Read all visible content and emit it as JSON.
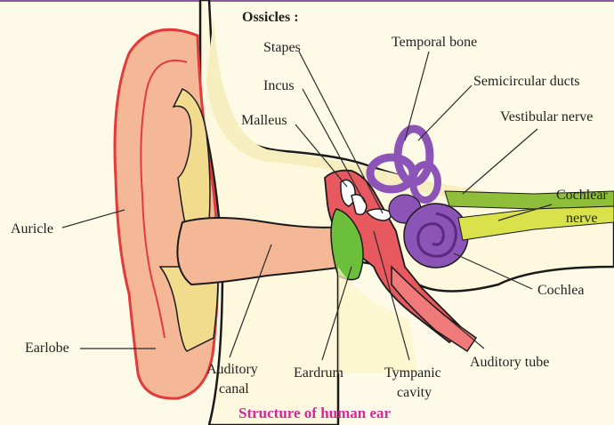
{
  "title": "Ossicles :",
  "caption": "Structure of human ear",
  "labels": {
    "stapes": "Stapes",
    "incus": "Incus",
    "malleus": "Malleus",
    "temporal_bone": "Temporal bone",
    "semicircular_ducts": "Semicircular ducts",
    "vestibular_nerve": "Vestibular nerve",
    "cochlear_nerve_1": "Cochlear",
    "cochlear_nerve_2": "nerve",
    "auricle": "Auricle",
    "cochlea": "Cochlea",
    "earlobe": "Earlobe",
    "auditory_canal_1": "Auditory",
    "auditory_canal_2": "canal",
    "eardrum": "Eardrum",
    "tympanic_cavity_1": "Tympanic",
    "tympanic_cavity_2": "cavity",
    "auditory_tube": "Auditory tube"
  },
  "colors": {
    "background": "#fdfbe7",
    "skin": "#f4b896",
    "cartilage": "#f1dc8e",
    "auricle_outline": "#e23b3b",
    "middle_ear": "#e8585f",
    "eardrum": "#6cbf3a",
    "inner_ear": "#8d54b8",
    "nerve": "#c8d83a",
    "caption": "#d8279a"
  }
}
